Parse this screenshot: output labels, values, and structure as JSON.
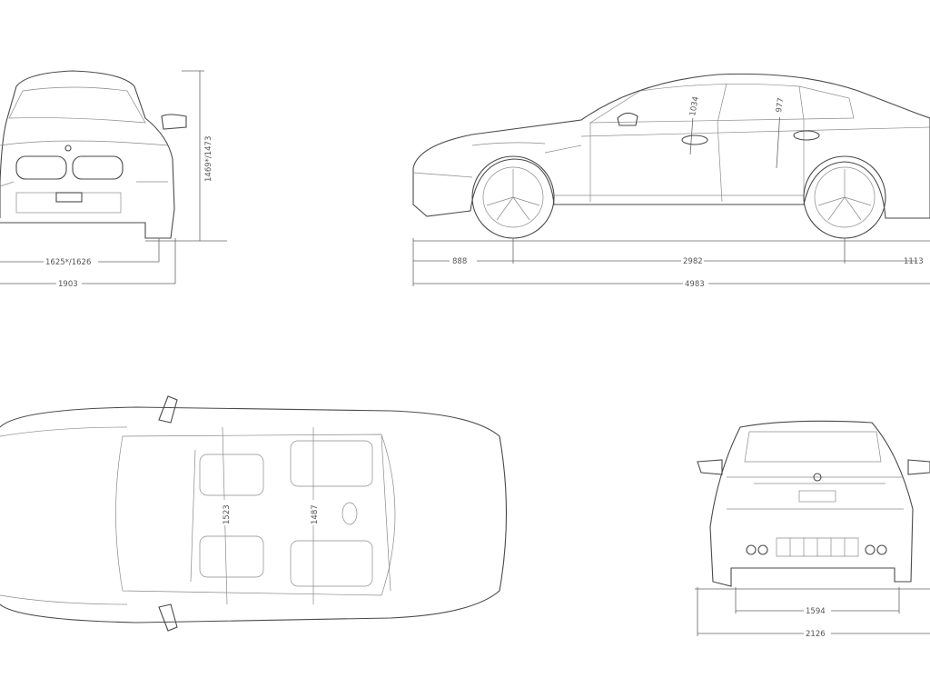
{
  "views": {
    "front": {
      "height_label": "1469*/1473",
      "track_label": "1625*/1626",
      "width_label": "1903"
    },
    "side": {
      "front_headroom_label": "1034",
      "rear_headroom_label": "977",
      "front_overhang_label": "888",
      "wheelbase_label": "2982",
      "rear_overhang_label": "1113",
      "length_label": "4983"
    },
    "top": {
      "front_shoulder_label": "1523",
      "rear_shoulder_label": "1487"
    },
    "rear": {
      "track_label": "1594",
      "width_mirrors_label": "2126"
    }
  },
  "colors": {
    "line": "#4a4a4a",
    "dimension": "#666666"
  }
}
